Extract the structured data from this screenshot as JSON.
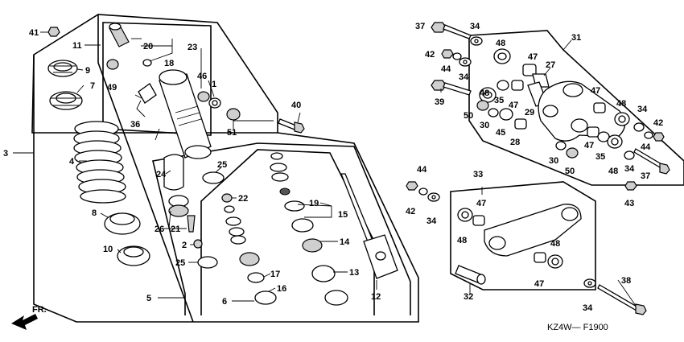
{
  "diagram_code": "KZ4W— F1900",
  "direction_label": "FR.",
  "callouts": {
    "c1": "1",
    "c2": "2",
    "c3": "3",
    "c4": "4",
    "c5": "5",
    "c6": "6",
    "c7": "7",
    "c8": "8",
    "c9": "9",
    "c10": "10",
    "c11": "11",
    "c12": "12",
    "c13": "13",
    "c14": "14",
    "c15": "15",
    "c16": "16",
    "c17": "17",
    "c18": "18",
    "c19": "19",
    "c20": "20",
    "c21": "21",
    "c22": "22",
    "c23": "23",
    "c24": "24",
    "c25a": "25",
    "c25b": "25",
    "c26": "26",
    "c27": "27",
    "c28": "28",
    "c29": "29",
    "c30a": "30",
    "c30b": "30",
    "c31": "31",
    "c32": "32",
    "c33": "33",
    "c34a": "34",
    "c34b": "34",
    "c34c": "34",
    "c34d": "34",
    "c34e": "34",
    "c34f": "34",
    "c35a": "35",
    "c35b": "35",
    "c36": "36",
    "c37a": "37",
    "c37b": "37",
    "c38": "38",
    "c39": "39",
    "c40": "40",
    "c41": "41",
    "c42a": "42",
    "c42b": "42",
    "c42c": "42",
    "c43": "43",
    "c44a": "44",
    "c44b": "44",
    "c44c": "44",
    "c45": "45",
    "c46": "46",
    "c47a": "47",
    "c47b": "47",
    "c47c": "47",
    "c47d": "47",
    "c47e": "47",
    "c47f": "47",
    "c48a": "48",
    "c48b": "48",
    "c48c": "48",
    "c48d": "48",
    "c48e": "48",
    "c48f": "48",
    "c49": "49",
    "c50a": "50",
    "c50b": "50",
    "c51": "51"
  }
}
